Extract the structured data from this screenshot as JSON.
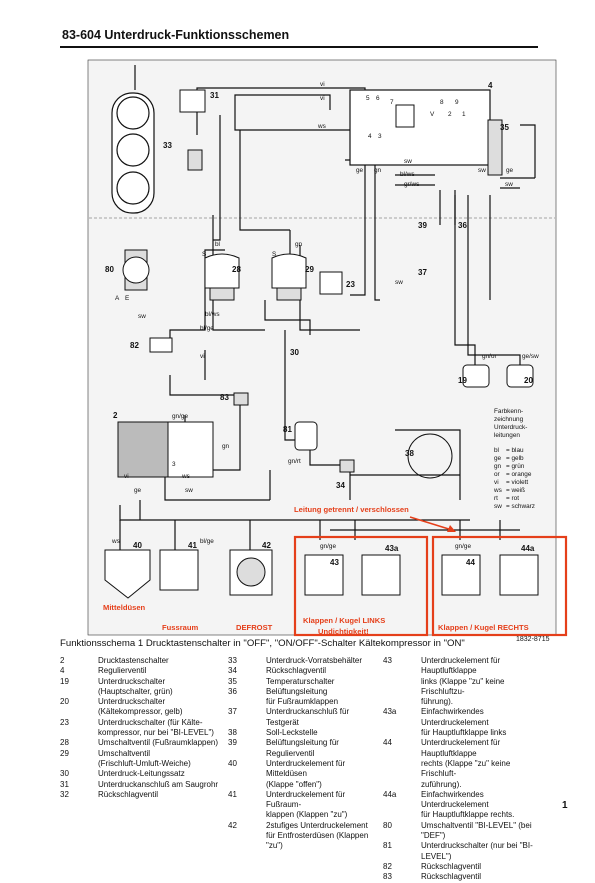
{
  "header": {
    "title": "83-604 Unterdruck-Funktionsschemen"
  },
  "figure": {
    "labels": {
      "n2": "2",
      "n4": "4",
      "n5": "5",
      "n6": "6",
      "n7": "7",
      "n8": "8",
      "n9": "9",
      "n1": "1",
      "n2b": "2",
      "n3": "3",
      "n3b": "3",
      "n4b": "4",
      "nV": "V",
      "n19": "19",
      "n20": "20",
      "n23": "23",
      "n28": "28",
      "n29": "29",
      "n30": "30",
      "n31": "31",
      "n33": "33",
      "n34": "34",
      "n35": "35",
      "n36": "36",
      "n37": "37",
      "n38": "38",
      "n39": "39",
      "n40": "40",
      "n41": "41",
      "n42": "42",
      "n43": "43",
      "n43a": "43a",
      "n44": "44",
      "n44a": "44a",
      "n80": "80",
      "n81": "81",
      "n82": "82",
      "n83": "83",
      "vi1": "vi",
      "vi2": "vi",
      "vi3": "vi",
      "ws1": "ws",
      "ws2": "ws",
      "ws3": "ws",
      "ge1": "ge",
      "gn1": "gn",
      "gn2": "gn",
      "gn3": "gn",
      "sw1": "sw",
      "sw2": "sw",
      "sw3": "sw",
      "sw4": "sw",
      "sw5": "sw",
      "bl1": "bl",
      "blws1": "bl/ws",
      "blws2": "bl/ws",
      "blws3": "bl/ws",
      "grws1": "gr/ws",
      "blge1": "bl/ge",
      "blge2": "bl/ge",
      "gnge1": "gn/ge",
      "gnge2": "gn/ge",
      "gnge3": "gn/ge",
      "gnor1": "gn/or",
      "gesw1": "ge/sw",
      "gnrt1": "gn/rt",
      "vi4": "vi",
      "ge2": "ge",
      "A": "A",
      "E": "E",
      "S": "S",
      "S2": "S",
      "ge3": "ge"
    },
    "farbkennzeichnung": {
      "title_lines": [
        "Farbkenn-",
        "zeichnung",
        "Unterdruck-",
        "leitungen"
      ],
      "entries": [
        {
          "code": "bl",
          "name": "= blau"
        },
        {
          "code": "ge",
          "name": "= gelb"
        },
        {
          "code": "gn",
          "name": "= grün"
        },
        {
          "code": "or",
          "name": "= orange"
        },
        {
          "code": "vi",
          "name": "= violett"
        },
        {
          "code": "ws",
          "name": "= weiß"
        },
        {
          "code": "rt",
          "name": "= rot"
        },
        {
          "code": "sw",
          "name": "= schwarz"
        }
      ]
    },
    "annotations": {
      "leitung": "Leitung getrennt / verschlossen",
      "mitteldusen": "Mitteldüsen",
      "fussraum": "Fussraum",
      "defrost": "DEFROST",
      "links": "Klappen / Kugel LINKS",
      "undichtigkeit": "Undichtigkeit!",
      "rechts": "Klappen / Kugel RECHTS"
    },
    "colors": {
      "annotation": "#e53f1a",
      "line": "#111111",
      "panel": "#f4f4f4"
    }
  },
  "caption": {
    "title": "Funktionsschema 1 Drucktastenschalter in \"OFF\", \"ON/OFF\"-Schalter Kältekompressor in \"ON\"",
    "ref": "1832-8715"
  },
  "legend": {
    "col1": [
      {
        "n": "2",
        "t": "Drucktastenschalter"
      },
      {
        "n": "4",
        "t": "Regulierventil"
      },
      {
        "n": "19",
        "t": "Unterdruckschalter"
      },
      {
        "n": "",
        "t": "(Hauptschalter, grün)"
      },
      {
        "n": "20",
        "t": "Unterdruckschalter"
      },
      {
        "n": "",
        "t": "(Kältekompressor, gelb)"
      },
      {
        "n": "23",
        "t": "Unterdruckschalter (für Kälte-"
      },
      {
        "n": "",
        "t": "kompressor, nur bei \"BI-LEVEL\")"
      },
      {
        "n": "28",
        "t": "Umschaltventil (Fußraumklappen)"
      },
      {
        "n": "29",
        "t": "Umschaltventil"
      },
      {
        "n": "",
        "t": "(Frischluft-Umluft-Weiche)"
      },
      {
        "n": "30",
        "t": "Unterdruck-Leitungssatz"
      },
      {
        "n": "31",
        "t": "Unterdruckanschluß am Saugrohr"
      },
      {
        "n": "32",
        "t": "Rückschlagventil"
      }
    ],
    "col2": [
      {
        "n": "33",
        "t": "Unterdruck-Vorratsbehälter"
      },
      {
        "n": "34",
        "t": "Rückschlagventil"
      },
      {
        "n": "35",
        "t": "Temperaturschalter"
      },
      {
        "n": "36",
        "t": "Belüftungsleitung"
      },
      {
        "n": "",
        "t": "für Fußraumklappen"
      },
      {
        "n": "37",
        "t": "Unterdruckanschluß für Testgerät"
      },
      {
        "n": "38",
        "t": "Soll-Leckstelle"
      },
      {
        "n": "39",
        "t": "Belüftungsleitung für Regulierventil"
      },
      {
        "n": "40",
        "t": "Unterdruckelement für Mitteldüsen"
      },
      {
        "n": "",
        "t": "(Klappe \"offen\")"
      },
      {
        "n": "41",
        "t": "Unterdruckelement für Fußraum-"
      },
      {
        "n": "",
        "t": "klappen (Klappen \"zu\")"
      },
      {
        "n": "42",
        "t": "2stufiges Unterdruckelement"
      },
      {
        "n": "",
        "t": "für Entfrosterdüsen (Klappen \"zu\")"
      }
    ],
    "col3": [
      {
        "n": "43",
        "t": "Unterdruckelement für Hauptluftklappe"
      },
      {
        "n": "",
        "t": "links (Klappe \"zu\" keine Frischluftzu-"
      },
      {
        "n": "",
        "t": "führung)."
      },
      {
        "n": "43a",
        "t": "Einfachwirkendes Unterdruckelement"
      },
      {
        "n": "",
        "t": "für Hauptluftklappe links"
      },
      {
        "n": "44",
        "t": "Unterdruckelement für Hauptluftklappe"
      },
      {
        "n": "",
        "t": "rechts (Klappe \"zu\" keine Frischluft-"
      },
      {
        "n": "",
        "t": "zuführung)."
      },
      {
        "n": "44a",
        "t": "Einfachwirkendes Unterdruckelement"
      },
      {
        "n": "",
        "t": "für Hauptluftklappe rechts."
      },
      {
        "n": "80",
        "t": "Umschaltventil \"BI-LEVEL\" (bei \"DEF\")"
      },
      {
        "n": "81",
        "t": "Unterdruckschalter (nur bei \"BI-LEVEL\")"
      },
      {
        "n": "82",
        "t": "Rückschlagventil"
      },
      {
        "n": "83",
        "t": "Rückschlagventil"
      }
    ]
  },
  "footer": {
    "page_number": "1"
  }
}
